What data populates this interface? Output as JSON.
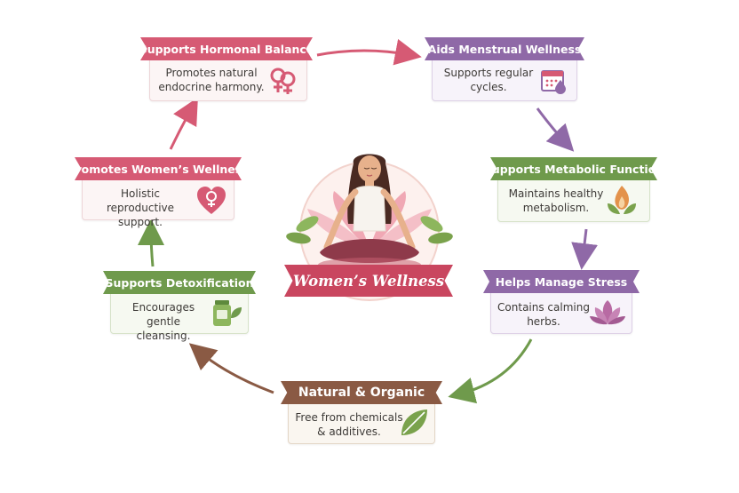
{
  "center": {
    "title": "Women’s Wellness"
  },
  "nodes": [
    {
      "id": "hormonal",
      "title": "Supports Hormonal Balance",
      "desc": "Promotes natural\nendocrine harmony.",
      "icon": "venus-icon",
      "theme": "pink"
    },
    {
      "id": "menstrual",
      "title": "Aids Menstrual Wellness",
      "desc": "Supports regular\ncycles.",
      "icon": "calendar-icon",
      "theme": "purple"
    },
    {
      "id": "metabolic",
      "title": "Supports Metabolic Function",
      "desc": "Maintains healthy\nmetabolism.",
      "icon": "flame-leaf-icon",
      "theme": "green"
    },
    {
      "id": "stress",
      "title": "Helps Manage Stress",
      "desc": "Contains calming\nherbs.",
      "icon": "lotus-icon",
      "theme": "purple"
    },
    {
      "id": "organic",
      "title": "Natural & Organic",
      "desc": "Free from chemicals\n& additives.",
      "icon": "leaf-icon",
      "theme": "brown"
    },
    {
      "id": "detox",
      "title": "Supports Detoxification",
      "desc": "Encourages gentle\ncleansing.",
      "icon": "jar-icon",
      "theme": "green"
    },
    {
      "id": "womens",
      "title": "Promotes Women’s Wellness",
      "desc": "Holistic reproductive\nsupport.",
      "icon": "heart-venus-icon",
      "theme": "pink"
    }
  ],
  "colors": {
    "pink": "#d65a74",
    "purple": "#8f69a7",
    "green": "#6f9a4c",
    "brown": "#8a5a44"
  }
}
